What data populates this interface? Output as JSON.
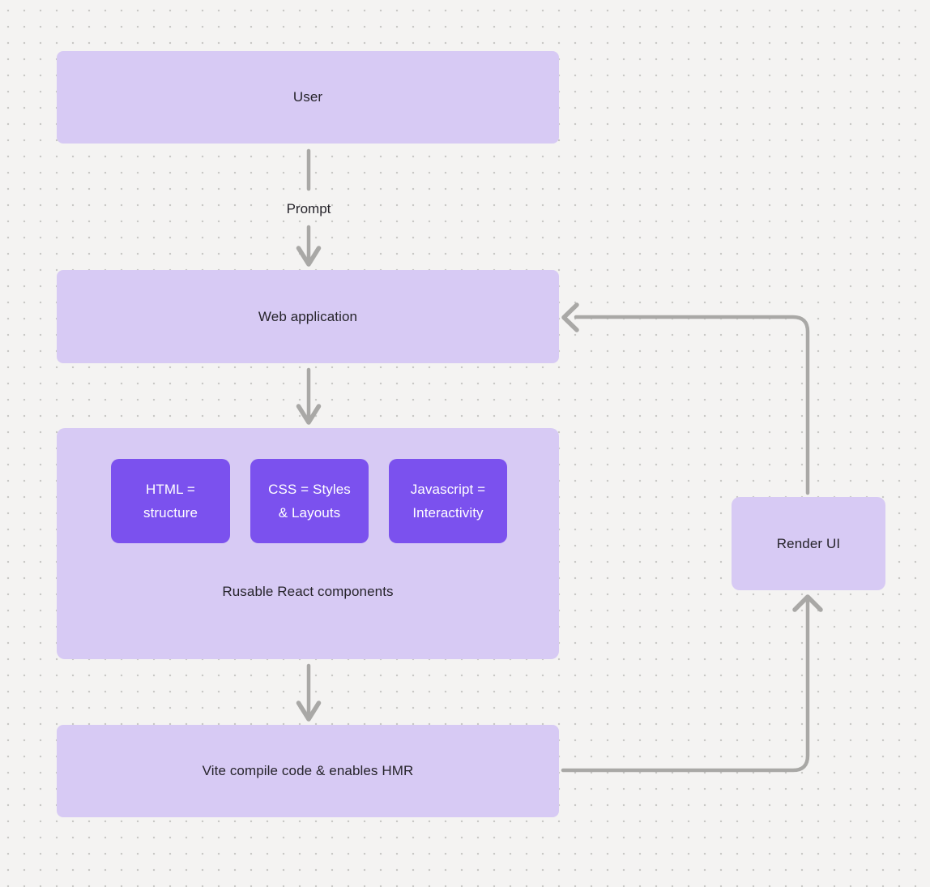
{
  "diagram": {
    "nodes": {
      "user": {
        "label": "User"
      },
      "web_application": {
        "label": "Web application"
      },
      "components": {
        "caption": "Rusable React components",
        "chips": [
          {
            "line1": "HTML =",
            "line2": "structure"
          },
          {
            "line1": "CSS = Styles",
            "line2": "& Layouts"
          },
          {
            "line1": "Javascript =",
            "line2": "Interactivity"
          }
        ]
      },
      "vite": {
        "label": "Vite compile code & enables HMR"
      },
      "render_ui": {
        "label": "Render UI"
      }
    },
    "edge_labels": {
      "user_to_web_application": "Prompt"
    },
    "colors": {
      "background": "#f4f3f2",
      "dot": "#c9c8c6",
      "node_light": "#d7caf4",
      "node_dark": "#7b51ee",
      "connector": "#a9a8a6",
      "text_dark": "#26242b",
      "text_light": "#ffffff"
    }
  }
}
